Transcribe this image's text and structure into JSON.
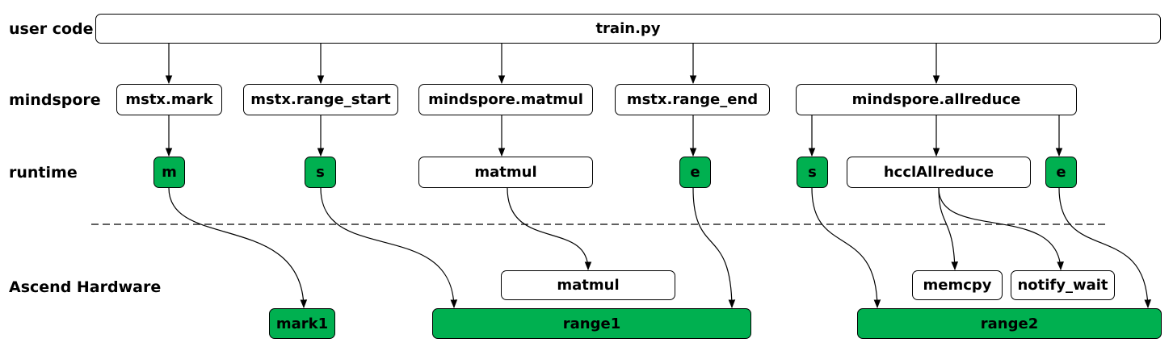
{
  "layers": {
    "user_code": "user code",
    "mindspore": "mindspore",
    "runtime": "runtime",
    "hardware": "Ascend Hardware"
  },
  "user_code": {
    "train": "train.py"
  },
  "mindspore": {
    "mark": "mstx.mark",
    "range_start": "mstx.range_start",
    "matmul": "mindspore.matmul",
    "range_end": "mstx.range_end",
    "allreduce": "mindspore.allreduce"
  },
  "runtime": {
    "m": "m",
    "s1": "s",
    "matmul": "matmul",
    "e1": "e",
    "s2": "s",
    "hccl": "hcclAllreduce",
    "e2": "e"
  },
  "hardware": {
    "matmul": "matmul",
    "memcpy": "memcpy",
    "notify_wait": "notify_wait",
    "mark1": "mark1",
    "range1": "range1",
    "range2": "range2"
  },
  "colors": {
    "marker_fill": "#00b050",
    "node_fill": "#ffffff",
    "stroke": "#000000"
  }
}
